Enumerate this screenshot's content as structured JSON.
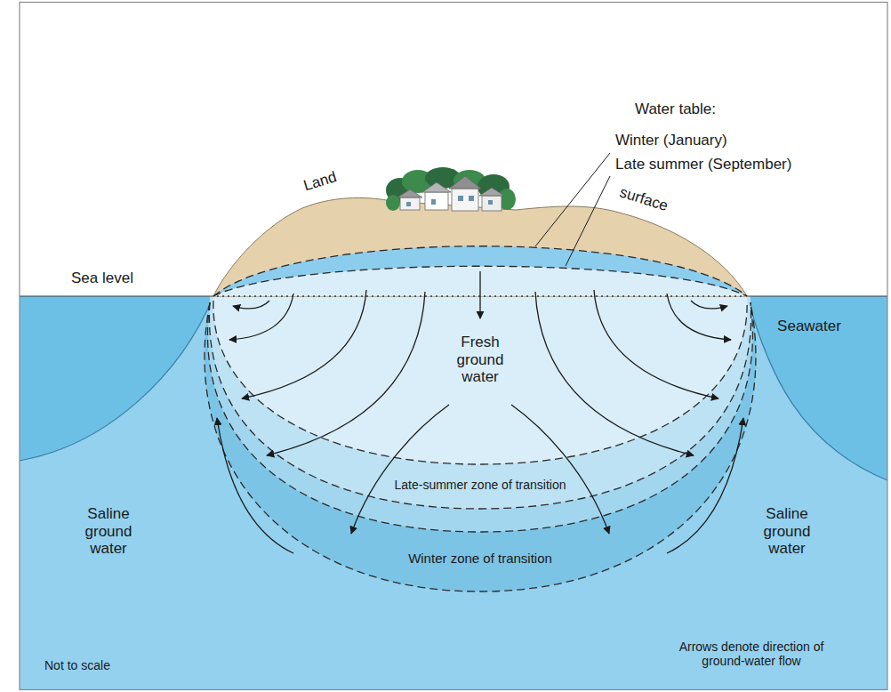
{
  "diagram": {
    "labels": [
      "Water table:",
      "Winter (January)",
      "Late summer (September)",
      "Land",
      "surface",
      "Sea level",
      "Seawater",
      "Fresh ground water",
      "Late-summer zone of transition",
      "Winter zone of transition",
      "Saline ground water",
      "Saline ground water",
      "Not to scale",
      "Arrows denote direction of ground-water flow"
    ]
  }
}
